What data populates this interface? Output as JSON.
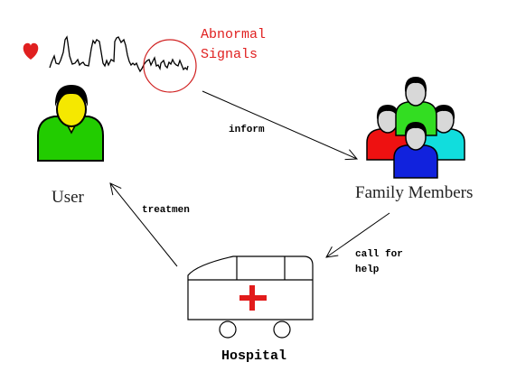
{
  "labels": {
    "abnormal_line1": "Abnormal",
    "abnormal_line2": "Signals",
    "user": "User",
    "family": "Family Members",
    "inform": "inform",
    "treatment": "treatmen",
    "call_line1": "call for",
    "call_line2": "help",
    "hospital": "Hospital"
  },
  "colors": {
    "alert_red": "#e02020",
    "user_green": "#22cc00",
    "member_red": "#ee1111",
    "member_green": "#33dd22",
    "member_cyan": "#11dddd",
    "member_blue": "#1122dd",
    "face_yellow": "#f5e800",
    "face_grey": "#d8d8d8",
    "cross_red": "#e21b1b"
  },
  "icons": {
    "heart": "heart-icon",
    "signal": "heartbeat-signal",
    "user": "user-icon",
    "family": "family-group-icon",
    "ambulance": "ambulance-icon"
  }
}
